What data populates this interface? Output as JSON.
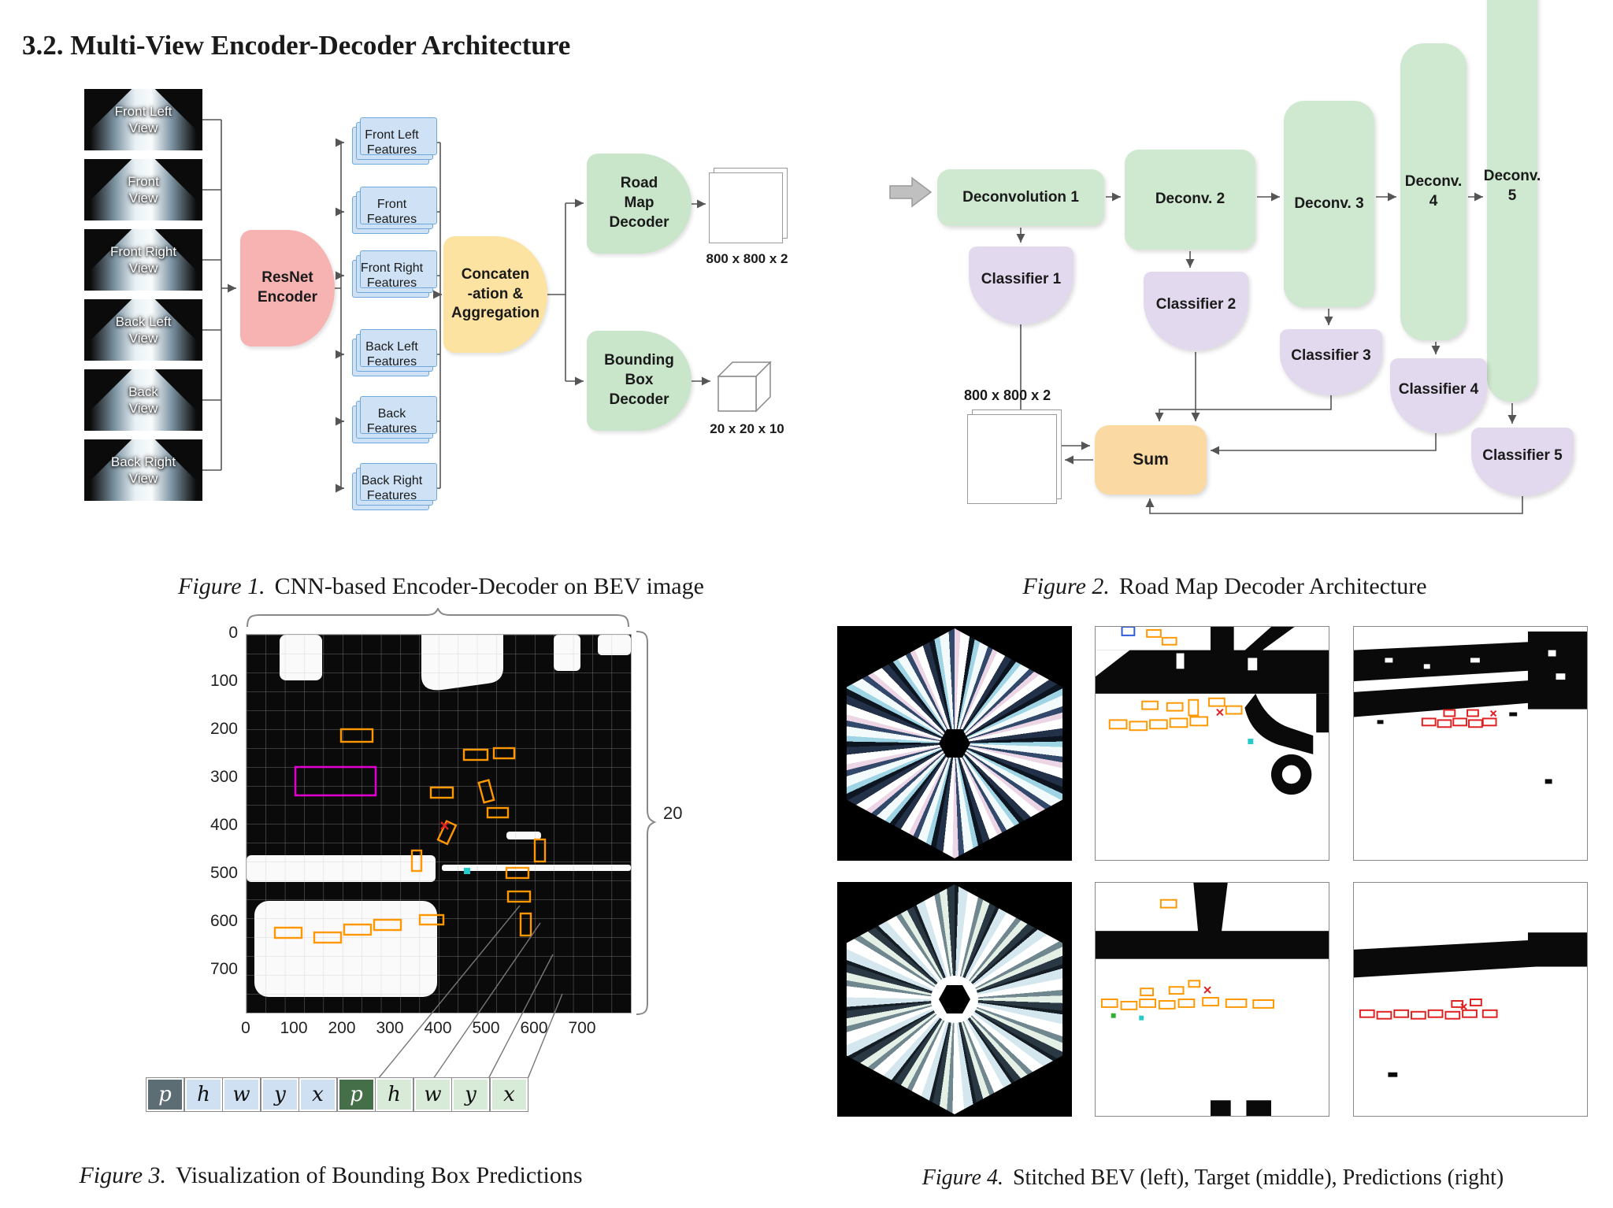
{
  "section": {
    "heading": "3.2. Multi-View Encoder-Decoder Architecture"
  },
  "figure1": {
    "caption_label": "Figure 1.",
    "caption_text": "CNN-based Encoder-Decoder on BEV image",
    "camera_views": [
      "Front Left\nView",
      "Front\nView",
      "Front Right\nView",
      "Back Left\nView",
      "Back\nView",
      "Back Right\nView"
    ],
    "encoder_label": "ResNet\nEncoder",
    "feature_labels": [
      "Front Left\nFeatures",
      "Front\nFeatures",
      "Front Right\nFeatures",
      "Back Left\nFeatures",
      "Back\nFeatures",
      "Back Right\nFeatures"
    ],
    "aggregation_label": "Concaten\n-ation &\nAggregation",
    "road_map_decoder_label": "Road\nMap\nDecoder",
    "road_map_output_label": "800 x 800 x 2",
    "bbox_decoder_label": "Bounding\nBox\nDecoder",
    "bbox_output_label": "20 x 20 x 10"
  },
  "figure2": {
    "caption_label": "Figure 2.",
    "caption_text": "Road Map Decoder Architecture",
    "deconv_labels": [
      "Deconvolution 1",
      "Deconv. 2",
      "Deconv. 3",
      "Deconv.\n4",
      "Deconv.\n5"
    ],
    "classifier_labels": [
      "Classifier 1",
      "Classifier 2",
      "Classifier 3",
      "Classifier 4",
      "Classifier 5"
    ],
    "sum_label": "Sum",
    "output_label": "800 x 800 x 2"
  },
  "figure3": {
    "caption_label": "Figure 3.",
    "caption_text": "Visualization of Bounding Box Predictions",
    "x_ticks": [
      "0",
      "100",
      "200",
      "300",
      "400",
      "500",
      "600",
      "700"
    ],
    "y_ticks": [
      "0",
      "100",
      "200",
      "300",
      "400",
      "500",
      "600",
      "700"
    ],
    "brace_label": "20",
    "box_cells": [
      "p",
      "h",
      "w",
      "y",
      "x",
      "p",
      "h",
      "w",
      "y",
      "x"
    ]
  },
  "figure4": {
    "caption_label": "Figure 4.",
    "caption_text": "Stitched BEV (left), Target (middle), Predictions (right)"
  }
}
